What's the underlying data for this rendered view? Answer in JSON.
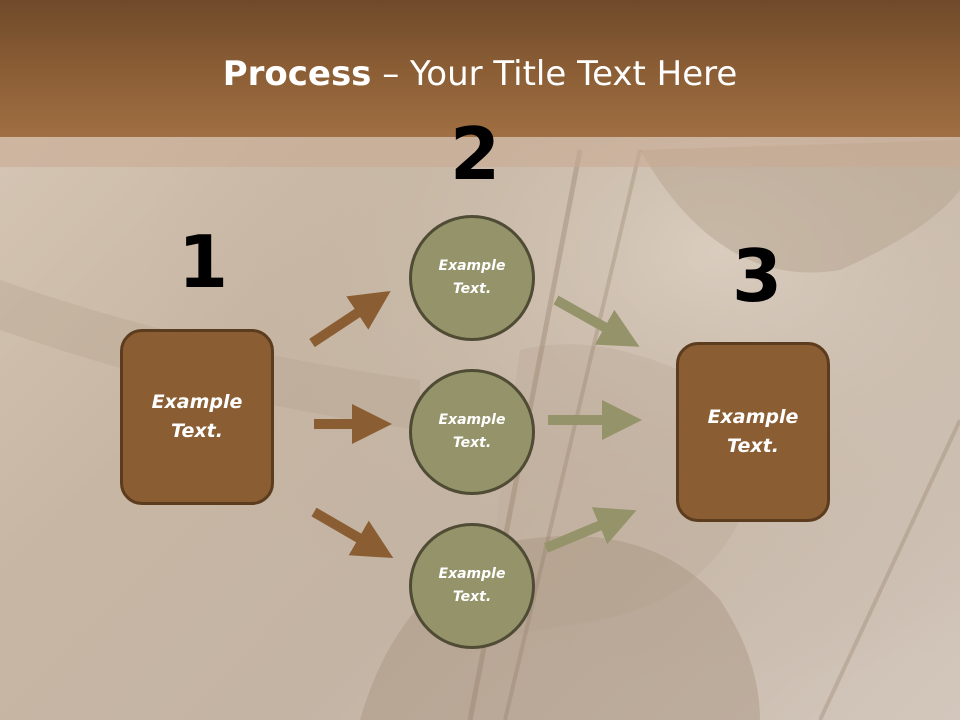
{
  "title": {
    "bold": "Process",
    "rest": " – Your Title Text Here"
  },
  "steps": {
    "one": {
      "number": "1",
      "text": "Example Text."
    },
    "two": {
      "number": "2",
      "items": [
        {
          "text": "Example Text."
        },
        {
          "text": "Example Text."
        },
        {
          "text": "Example Text."
        }
      ]
    },
    "three": {
      "number": "3",
      "text": "Example Text."
    }
  },
  "colors": {
    "header": "#8d5f36",
    "box_fill": "#8a5d33",
    "circle_fill": "#949369",
    "arrow_brown": "#8a5d33",
    "arrow_olive": "#949369"
  }
}
